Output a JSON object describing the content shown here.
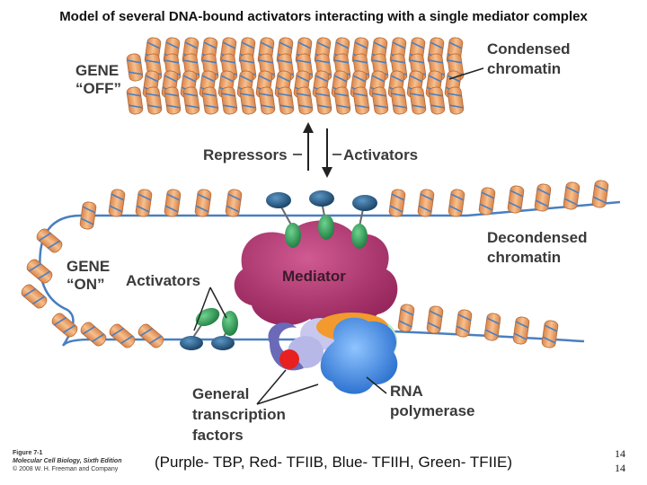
{
  "title": "Model of several DNA-bound activators interacting with a single mediator complex",
  "labels": {
    "gene_off": [
      "GENE",
      "“OFF”"
    ],
    "condensed_chromatin": [
      "Condensed",
      "chromatin"
    ],
    "repressors": "Repressors",
    "activators_top": "Activators",
    "decondensed_chromatin": [
      "Decondensed",
      "chromatin"
    ],
    "gene_on": [
      "GENE",
      "“ON”"
    ],
    "activators_left": "Activators",
    "mediator": "Mediator",
    "general_transcription_factors": [
      "General",
      "transcription",
      "factors"
    ],
    "rna_polymerase": [
      "RNA",
      "polymerase"
    ]
  },
  "caption": "(Purple- TBP, Red- TFIIB, Blue- TFIIH, Green- TFIIE)",
  "page_number": [
    "14",
    "14"
  ],
  "credit": {
    "figure": "Figure 7-1",
    "book": "Molecular Cell Biology, Sixth Edition",
    "copyright": "© 2008 W. H. Freeman and Company"
  },
  "colors": {
    "nucleosome": "#f0a870",
    "dna": "#4a7fc0",
    "mediator": "#a8306a",
    "activator_green": "#2f9a55",
    "activator_blue": "#22557e",
    "tbp_purple": "#6a6ab8",
    "tfiib_red": "#e82020",
    "rna_pol_blue": "#2a78d8"
  }
}
